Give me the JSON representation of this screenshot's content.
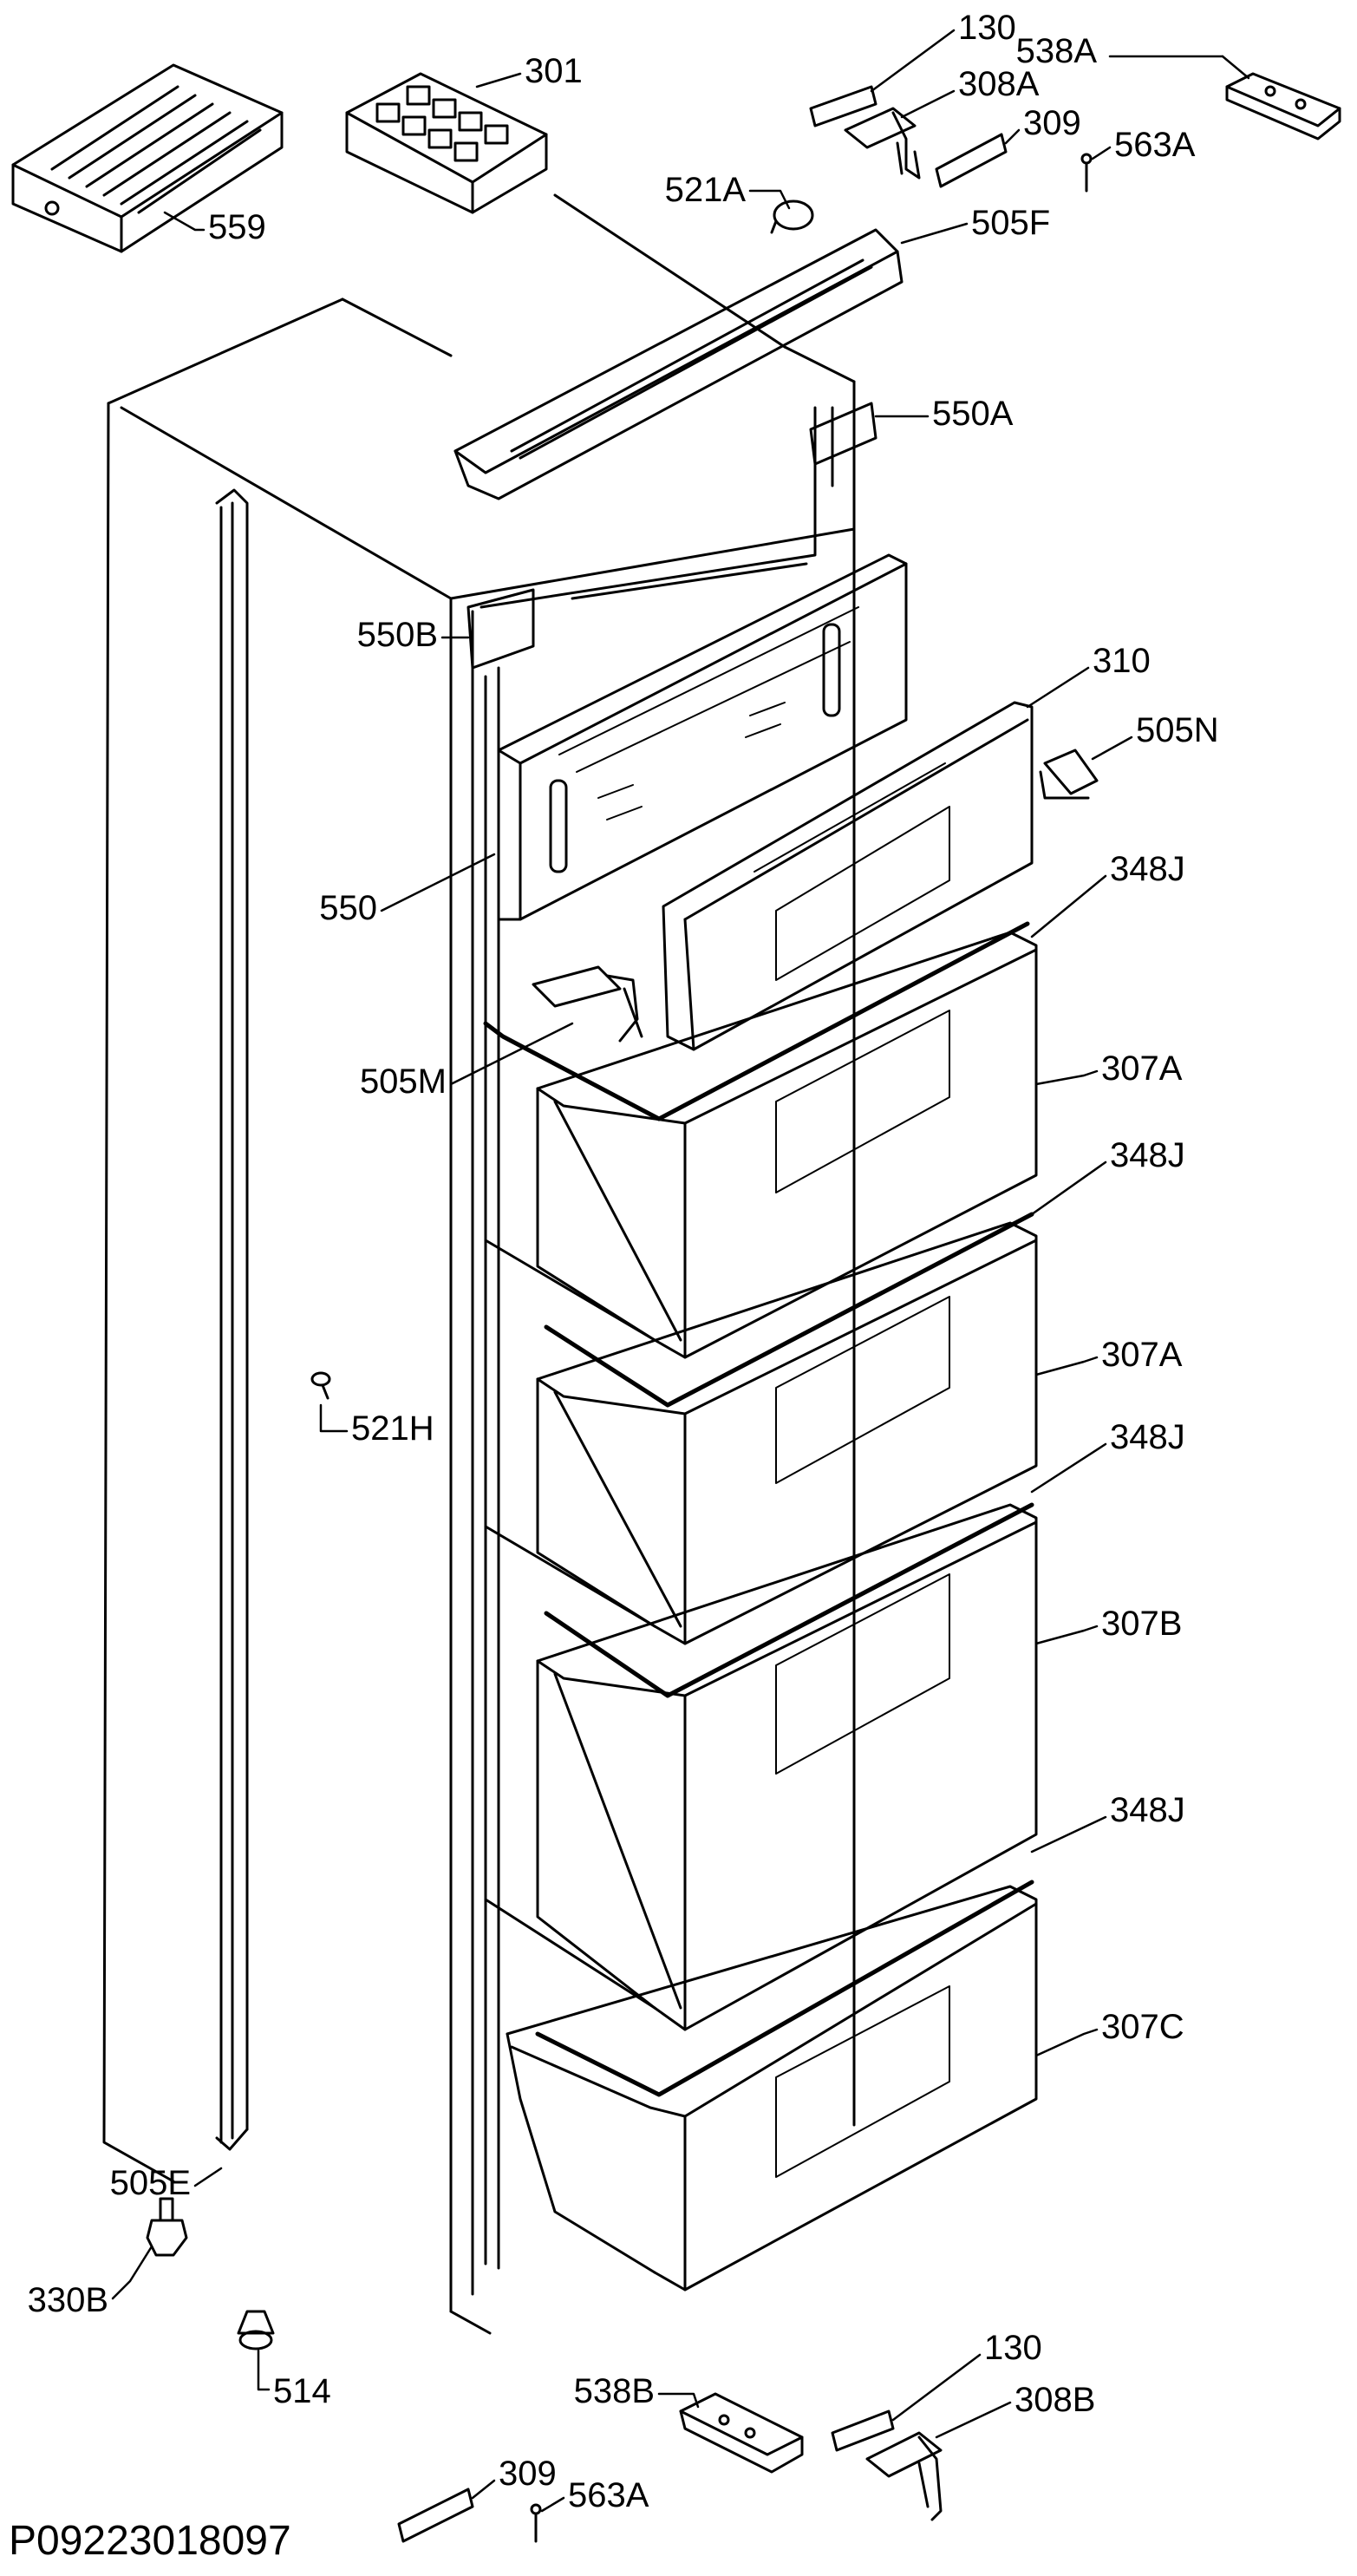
{
  "diagram": {
    "code": "P09223018097",
    "labels": {
      "l130a": "130",
      "l301": "301",
      "l308a": "308A",
      "l538a": "538A",
      "l309a": "309",
      "l563a": "563A",
      "l559": "559",
      "l521a": "521A",
      "l505f": "505F",
      "l550a": "550A",
      "l550b": "550B",
      "l310": "310",
      "l505n": "505N",
      "l550": "550",
      "l348j1": "348J",
      "l505m": "505M",
      "l307a1": "307A",
      "l348j2": "348J",
      "l307a2": "307A",
      "l521h": "521H",
      "l348j3": "348J",
      "l307b": "307B",
      "l348j4": "348J",
      "l307c": "307C",
      "l505e": "505E",
      "l330b": "330B",
      "l514": "514",
      "l130b": "130",
      "l538b": "538B",
      "l308b": "308B",
      "l309b": "309",
      "l563b": "563A"
    }
  }
}
